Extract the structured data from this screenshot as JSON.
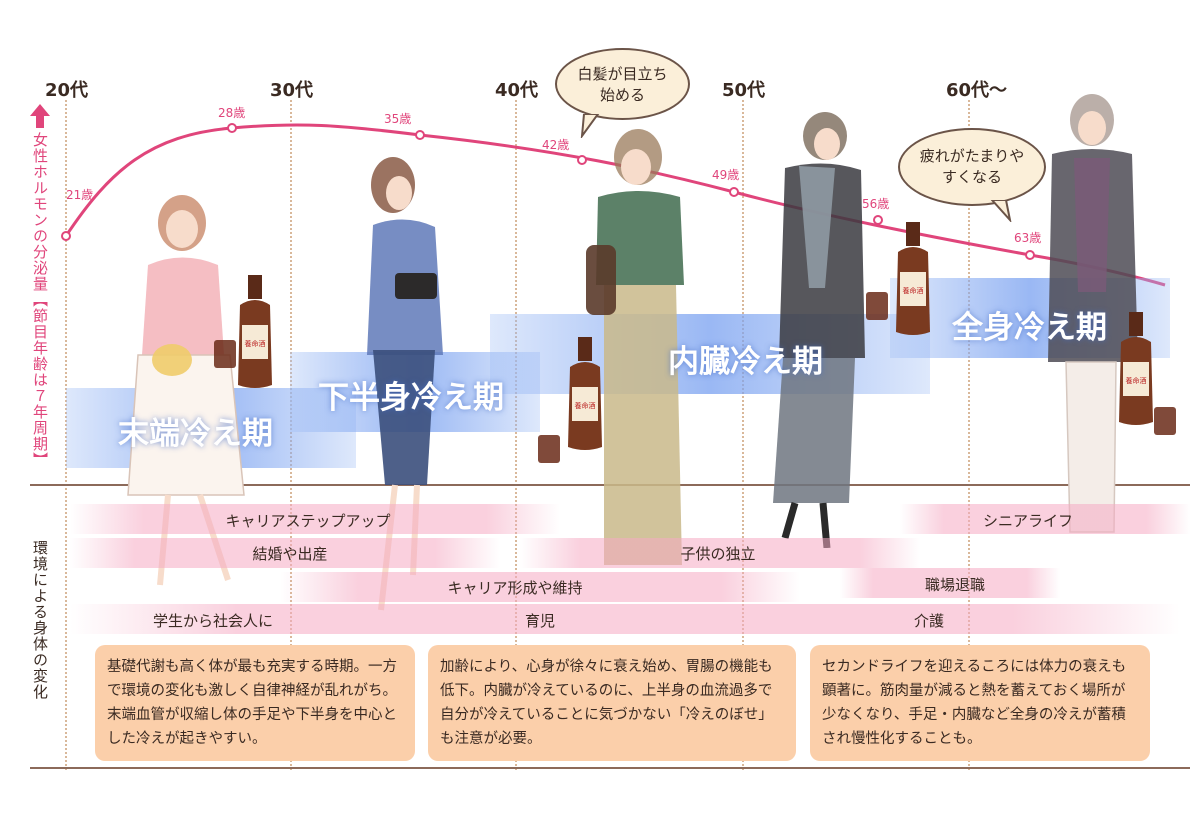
{
  "axis": {
    "hormone_label": "女性ホルモンの分泌量【節目年齢は７年周期】",
    "environment_label": "環境による身体の変化"
  },
  "decades": [
    "20代",
    "30代",
    "40代",
    "50代",
    "60代〜"
  ],
  "hormone_ages": [
    "21歳",
    "28歳",
    "35歳",
    "42歳",
    "49歳",
    "56歳",
    "63歳"
  ],
  "colors": {
    "curve": "#e0457b",
    "band": "#f5aac3",
    "phase": "#7aa0f0",
    "box": "#fbcfaa"
  },
  "phases": [
    "末端冷え期",
    "下半身冷え期",
    "内臓冷え期",
    "全身冷え期"
  ],
  "speech": {
    "gray_hair": "白髪が目立ち始める",
    "fatigue": "疲れがたまりやすくなる"
  },
  "life_events": [
    "キャリアステップアップ",
    "シニアライフ",
    "結婚や出産",
    "子供の独立",
    "キャリア形成や維持",
    "職場退職",
    "学生から社会人に",
    "育児",
    "介護"
  ],
  "descriptions": [
    "基礎代謝も高く体が最も充実する時期。一方で環境の変化も激しく自律神経が乱れがち。末端血管が収縮し体の手足や下半身を中心とした冷えが起きやすい。",
    "加齢により、心身が徐々に衰え始め、胃腸の機能も低下。内臓が冷えているのに、上半身の血流過多で自分が冷えていることに気づかない「冷えのぼせ」も注意が必要。",
    "セカンドライフを迎えるころには体力の衰えも顕著に。筋肉量が減ると熱を蓄えておく場所が少なくなり、手足・内臓など全身の冷えが蓄積され慢性化することも。"
  ],
  "bottle_label": "養命酒",
  "icons": [
    "arrow-up-icon",
    "woman-illustration",
    "bottle-illustration",
    "glass-illustration"
  ]
}
